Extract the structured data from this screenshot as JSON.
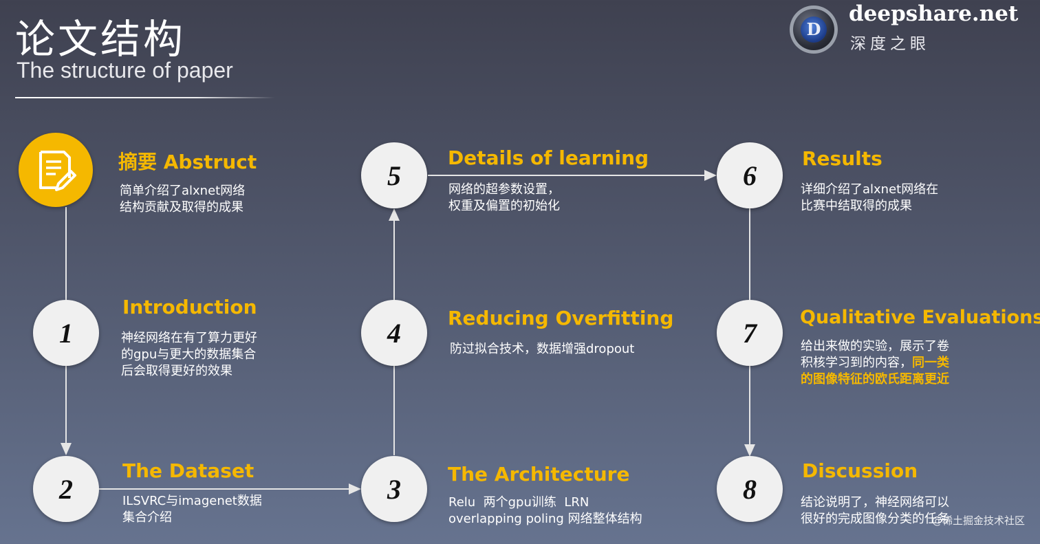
{
  "header": {
    "title": "论文结构",
    "subtitle": "The structure of paper"
  },
  "logo": {
    "brand": "deepshare.net",
    "brand_sub": "深度之眼",
    "mark": "D"
  },
  "nodes": [
    {
      "id": "abstract",
      "number": "",
      "title": "摘要 Abstruct",
      "desc": [
        "简单介绍了alxnet网络",
        "结构贡献及取得的成果"
      ]
    },
    {
      "id": "1",
      "number": "1",
      "title": "Introduction",
      "desc": [
        "神经网络在有了算力更好",
        "的gpu与更大的数据集合",
        "后会取得更好的效果"
      ]
    },
    {
      "id": "2",
      "number": "2",
      "title": "The Dataset",
      "desc": [
        "ILSVRC与imagenet数据",
        "集合介绍"
      ]
    },
    {
      "id": "3",
      "number": "3",
      "title": "The Architecture",
      "desc": [
        "Relu  两个gpu训练  LRN",
        "overlapping poling 网络整体结构"
      ]
    },
    {
      "id": "4",
      "number": "4",
      "title": "Reducing Overfitting",
      "desc": [
        "防过拟合技术，数据增强dropout"
      ]
    },
    {
      "id": "5",
      "number": "5",
      "title": "Details of learning",
      "desc": [
        "网络的超参数设置，",
        "权重及偏置的初始化"
      ]
    },
    {
      "id": "6",
      "number": "6",
      "title": "Results",
      "desc": [
        "详细介绍了alxnet网络在",
        "比赛中结取得的成果"
      ]
    },
    {
      "id": "7",
      "number": "7",
      "title": "Qualitative Evaluations",
      "desc": [
        "给出来做的实验，展示了卷"
      ],
      "desc_mixed": {
        "plain": "积核学习到的内容，",
        "highlight_1": "同一类",
        "highlight_2": "的图像特征的欧氏距离更近"
      }
    },
    {
      "id": "8",
      "number": "8",
      "title": "Discussion",
      "desc": [
        "结论说明了，神经网络可以",
        "很好的完成图像分类的任务"
      ]
    }
  ],
  "watermark": "@稀土掘金技术社区",
  "colors": {
    "accent": "#f5b800",
    "circle": "#f0f0f0",
    "line": "#e6e6e6"
  },
  "icons": {
    "abstract": "document-edit-icon"
  }
}
